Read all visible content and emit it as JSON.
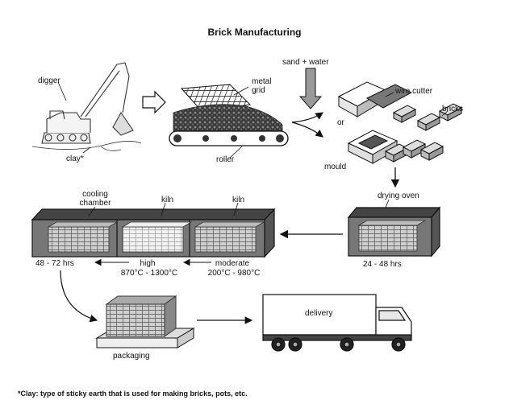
{
  "title": "Brick Manufacturing",
  "labels": {
    "digger": "digger",
    "clay": "clay*",
    "metal_grid": "metal\ngrid",
    "roller": "roller",
    "sand_water": "sand + water",
    "wire_cutter": "wire cutter",
    "or": "or",
    "bricks": "bricks",
    "mould": "mould",
    "drying_oven": "drying oven",
    "drying_time": "24 - 48 hrs",
    "cooling_chamber": "cooling\nchamber",
    "kiln_high": "kiln",
    "kiln_moderate": "kiln",
    "moderate": "moderate",
    "moderate_temp": "200°C - 980°C",
    "high": "high",
    "high_temp": "870°C - 1300°C",
    "cooling_time": "48 - 72 hrs",
    "packaging": "packaging",
    "delivery": "delivery"
  },
  "footnote": "*Clay: type of sticky earth that is used for making bricks, pots, etc."
}
